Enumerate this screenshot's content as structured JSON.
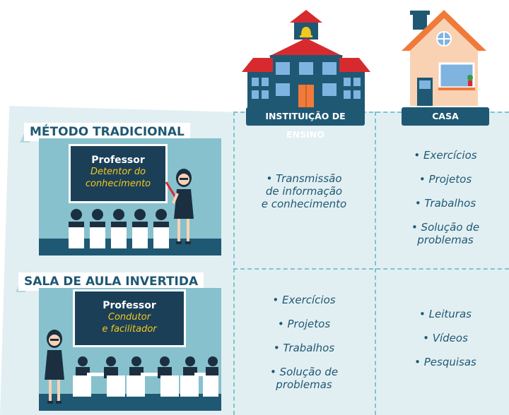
{
  "columns": {
    "school": "INSTITUIÇÃO DE ENSINO",
    "home": "CASA"
  },
  "rows": [
    {
      "label": "MÉTODO TRADICIONAL",
      "board_title": "Professor",
      "board_subtitle": [
        "Detentor do",
        "conhecimento"
      ],
      "school_items": [
        "• Transmissão",
        "de informação",
        "e conhecimento"
      ],
      "home_items": [
        "• Exercícios",
        "• Projetos",
        "• Trabalhos",
        "• Solução de",
        "problemas"
      ]
    },
    {
      "label": "SALA DE AULA INVERTIDA",
      "board_title": "Professor",
      "board_subtitle": [
        "Condutor",
        "e facilitador"
      ],
      "school_items": [
        "• Exercícios",
        "• Projetos",
        "• Trabalhos",
        "• Solução de",
        "problemas"
      ],
      "home_items": [
        "• Leituras",
        "• Vídeos",
        "• Pesquisas"
      ]
    }
  ],
  "colors": {
    "navy": "#1f5873",
    "teal": "#87c1cd",
    "light_bg": "#e2eff2",
    "yellow": "#f3c81d",
    "red": "#d72a2f",
    "orange": "#f07a39"
  },
  "icons": [
    "school-building-icon",
    "house-icon",
    "bell-icon",
    "teacher-icon",
    "student-icon"
  ]
}
